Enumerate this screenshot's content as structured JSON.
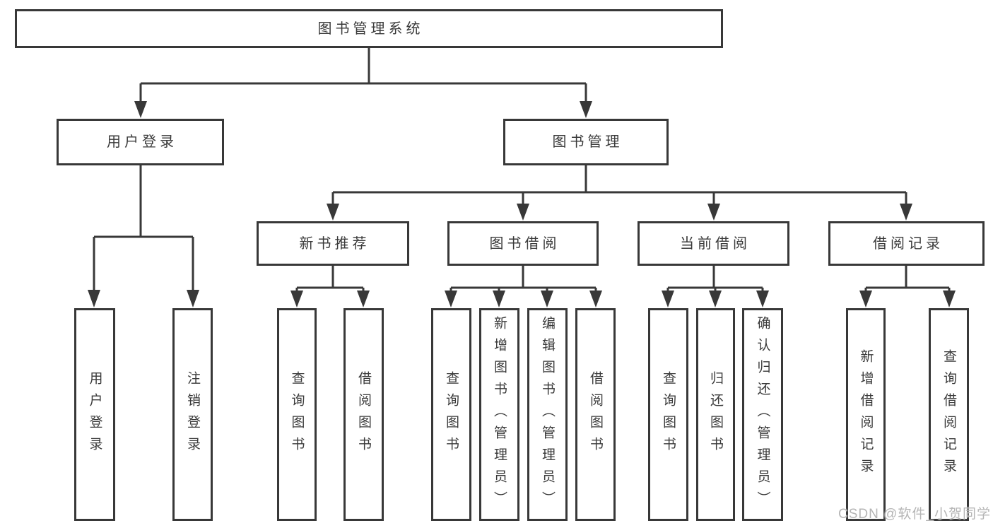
{
  "diagram_title": "图书管理系统",
  "nodes": {
    "root": "图书管理系统",
    "user_login": "用户登录",
    "book_mgmt": "图书管理",
    "new_books": "新书推荐",
    "book_borrow": "图书借阅",
    "current_borrow": "当前借阅",
    "borrow_records": "借阅记录",
    "ul_login": "用户登录",
    "ul_logout": "注销登录",
    "nb_query": "查询图书",
    "nb_borrow": "借阅图书",
    "bb_query": "查询图书",
    "bb_add": "新增图书（管理员）",
    "bb_edit": "编辑图书（管理员）",
    "bb_borrow": "借阅图书",
    "cb_query": "查询图书",
    "cb_return": "归还图书",
    "cb_confirm": "确认归还（管理员）",
    "br_add": "新增借阅记录",
    "br_query": "查询借阅记录"
  },
  "hierarchy": {
    "图书管理系统": {
      "用户登录": [
        "用户登录",
        "注销登录"
      ],
      "图书管理": {
        "新书推荐": [
          "查询图书",
          "借阅图书"
        ],
        "图书借阅": [
          "查询图书",
          "新增图书（管理员）",
          "编辑图书（管理员）",
          "借阅图书"
        ],
        "当前借阅": [
          "查询图书",
          "归还图书",
          "确认归还（管理员）"
        ],
        "借阅记录": [
          "新增借阅记录",
          "查询借阅记录"
        ]
      }
    }
  },
  "watermark": "CSDN @软件_小贺同学",
  "colors": {
    "line": "#383838",
    "text": "#3a3a3a",
    "watermark": "#b5b5b5",
    "background": "#ffffff"
  }
}
